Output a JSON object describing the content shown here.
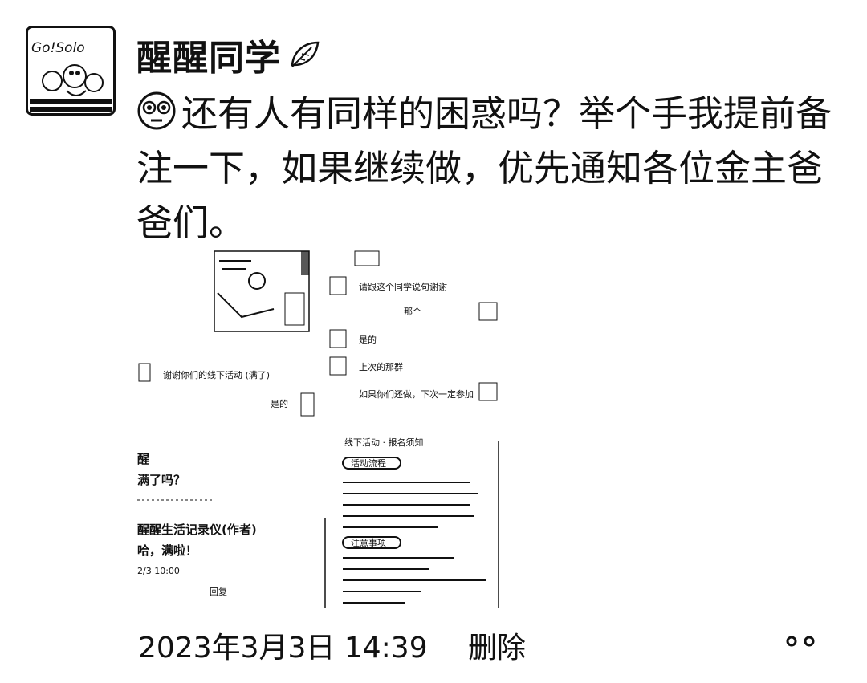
{
  "post": {
    "author": "醒醒同学",
    "text": "还有人有同样的困惑吗？举个手我提前备注一下，如果继续做，优先通知各位金主爸爸们。",
    "timestamp": "2023年3月3日 14:39",
    "delete_label": "删除"
  },
  "avatar": {
    "lettering": "Go!Solo"
  },
  "chat_screenshot": {
    "messages": [
      "请跟这个同学说句谢谢",
      "谢谢你们的线下活动 (满了)",
      "那个",
      "是的",
      "上次的那群",
      "如果你们还做，下次一定参加",
      "是的"
    ]
  },
  "comment_screenshot": {
    "line1": "满了吗？",
    "line2": "醒醒生活记录仪(作者)",
    "line3": "哈，满啦！",
    "line4": "2/3 10:00",
    "reply_label": "回复"
  },
  "doc_screenshot": {
    "header": "线下活动 · 报名须知",
    "section1": "活动流程",
    "section2": "注意事项"
  }
}
